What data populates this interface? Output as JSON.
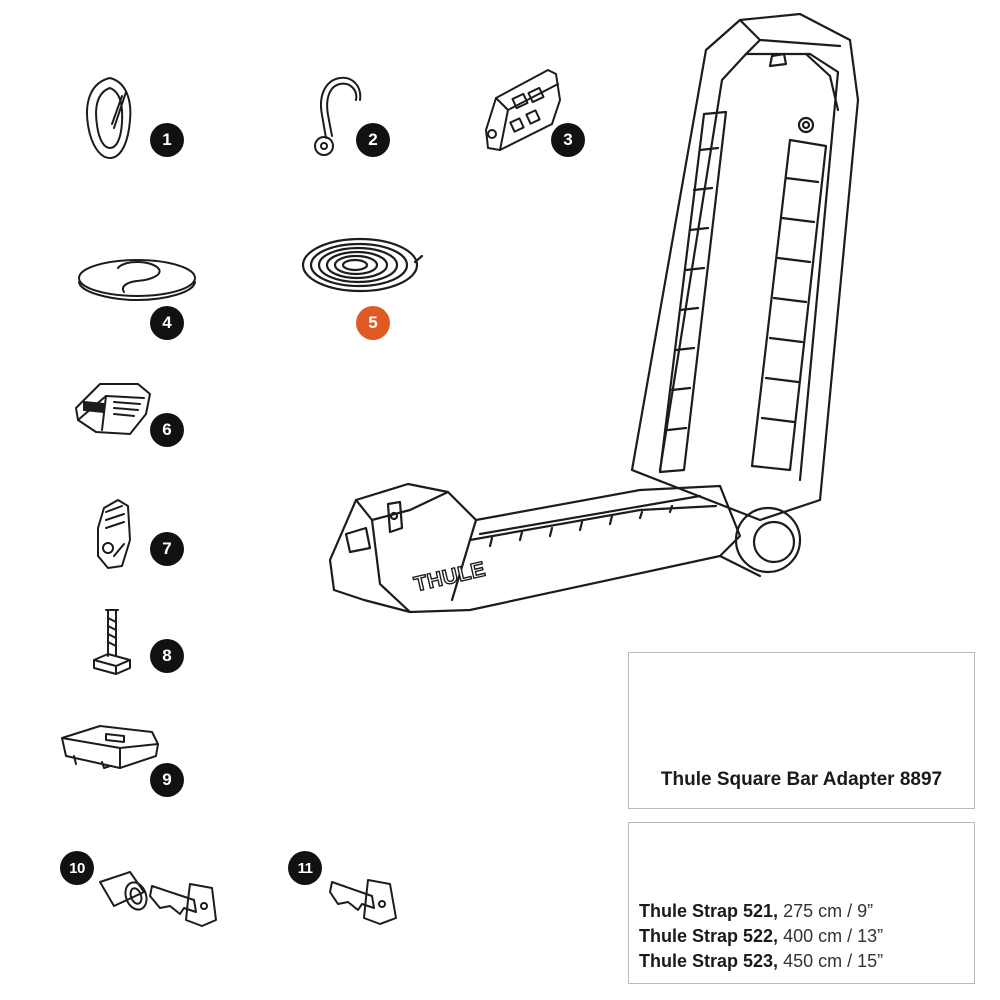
{
  "colors": {
    "badge": "#111111",
    "badge_highlight": "#e05a23",
    "line": "#1c1c1c",
    "box_border": "#b9b9b9"
  },
  "parts": [
    {
      "label": "1",
      "icon": "carabiner-icon"
    },
    {
      "label": "2",
      "icon": "s-hook-icon"
    },
    {
      "label": "3",
      "icon": "multi-tool-icon"
    },
    {
      "label": "4",
      "icon": "rubber-pad-icon"
    },
    {
      "label": "5",
      "icon": "coiled-cord-icon",
      "highlight": true
    },
    {
      "label": "6",
      "icon": "end-cap-icon"
    },
    {
      "label": "7",
      "icon": "strap-buckle-icon"
    },
    {
      "label": "8",
      "icon": "t-bolt-icon"
    },
    {
      "label": "9",
      "icon": "mounting-block-icon"
    },
    {
      "label": "10",
      "icon": "lock-cylinder-and-key-icon"
    },
    {
      "label": "11",
      "icon": "key-icon"
    }
  ],
  "brand_mark": "THULE",
  "accessories": {
    "adapter": {
      "label": "Thule Square Bar Adapter 8897",
      "icon": "square-bar-adapter-icon"
    },
    "straps": {
      "icon": "rolled-strap-icon",
      "items": [
        {
          "name": "Thule Strap 521,",
          "size": "275 cm / 9”"
        },
        {
          "name": "Thule Strap 522,",
          "size": "400 cm / 13”"
        },
        {
          "name": "Thule Strap 523,",
          "size": "450 cm / 15”"
        }
      ]
    }
  }
}
